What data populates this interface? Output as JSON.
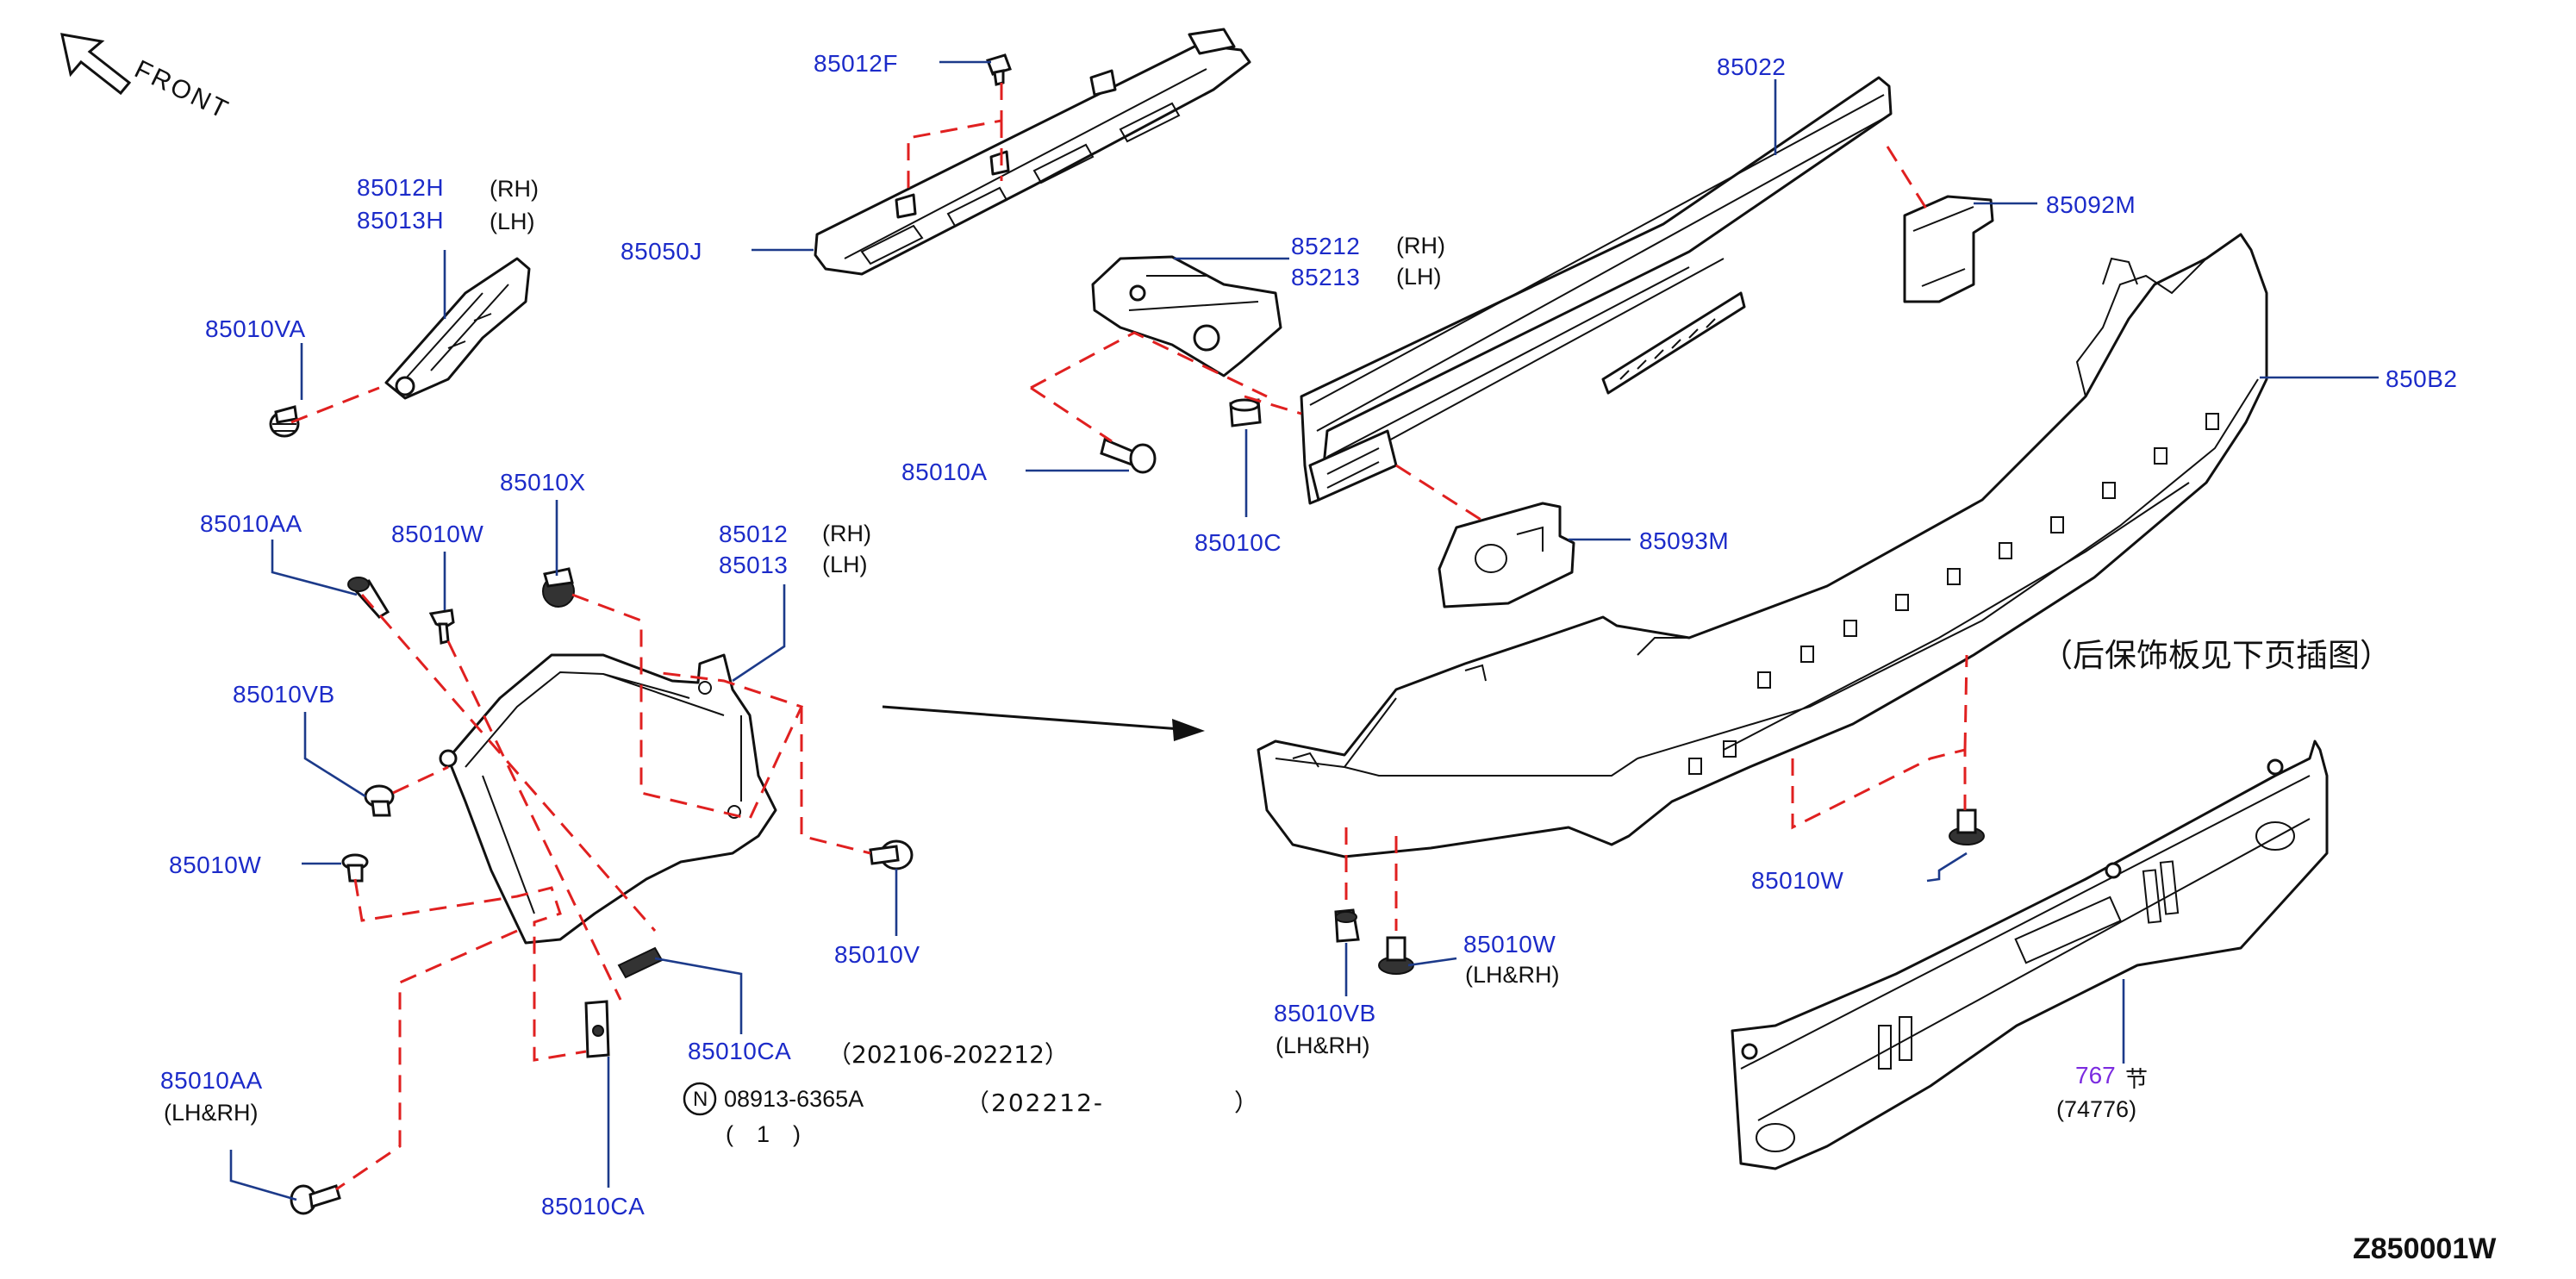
{
  "diagram": {
    "front_label": "FRONT",
    "diagram_code": "Z850001W",
    "note_text": "（后保饰板见下页插图）",
    "symbol_letter": "N",
    "labels": {
      "p85012F": "85012F",
      "p85012H": "85012H",
      "p85013H": "85013H",
      "p85010VA": "85010VA",
      "p85050J": "85050J",
      "p85022": "85022",
      "p85092M": "85092M",
      "p85212": "85212",
      "p85213": "85213",
      "p850B2": "850B2",
      "p85010A": "85010A",
      "p85010C": "85010C",
      "p85093M": "85093M",
      "p85010X": "85010X",
      "p85010AA": "85010AA",
      "p85010W_a": "85010W",
      "p85012": "85012",
      "p85013": "85013",
      "p85010VB": "85010VB",
      "p85010W_b": "85010W",
      "p85010V": "85010V",
      "p85010CA_a": "85010CA",
      "p85010CA_b": "85010CA",
      "p85010AA_b": "85010AA",
      "p85010VB_b": "85010VB",
      "p85010W_c": "85010W",
      "p85010W_d": "85010W",
      "p767": "767"
    },
    "side_notes": {
      "rh": "(RH)",
      "lh": "(LH)",
      "lh_rh": "(LH&RH)"
    },
    "date_ranges": {
      "range_1": "（202106-202212）",
      "range_2": "（202212-",
      "range_2_end": "）"
    },
    "alt_part": {
      "number": "08913-6365A",
      "qty": "(　1　)"
    },
    "page_ref": {
      "page_suffix": "节",
      "sub_ref": "(74776)"
    }
  }
}
